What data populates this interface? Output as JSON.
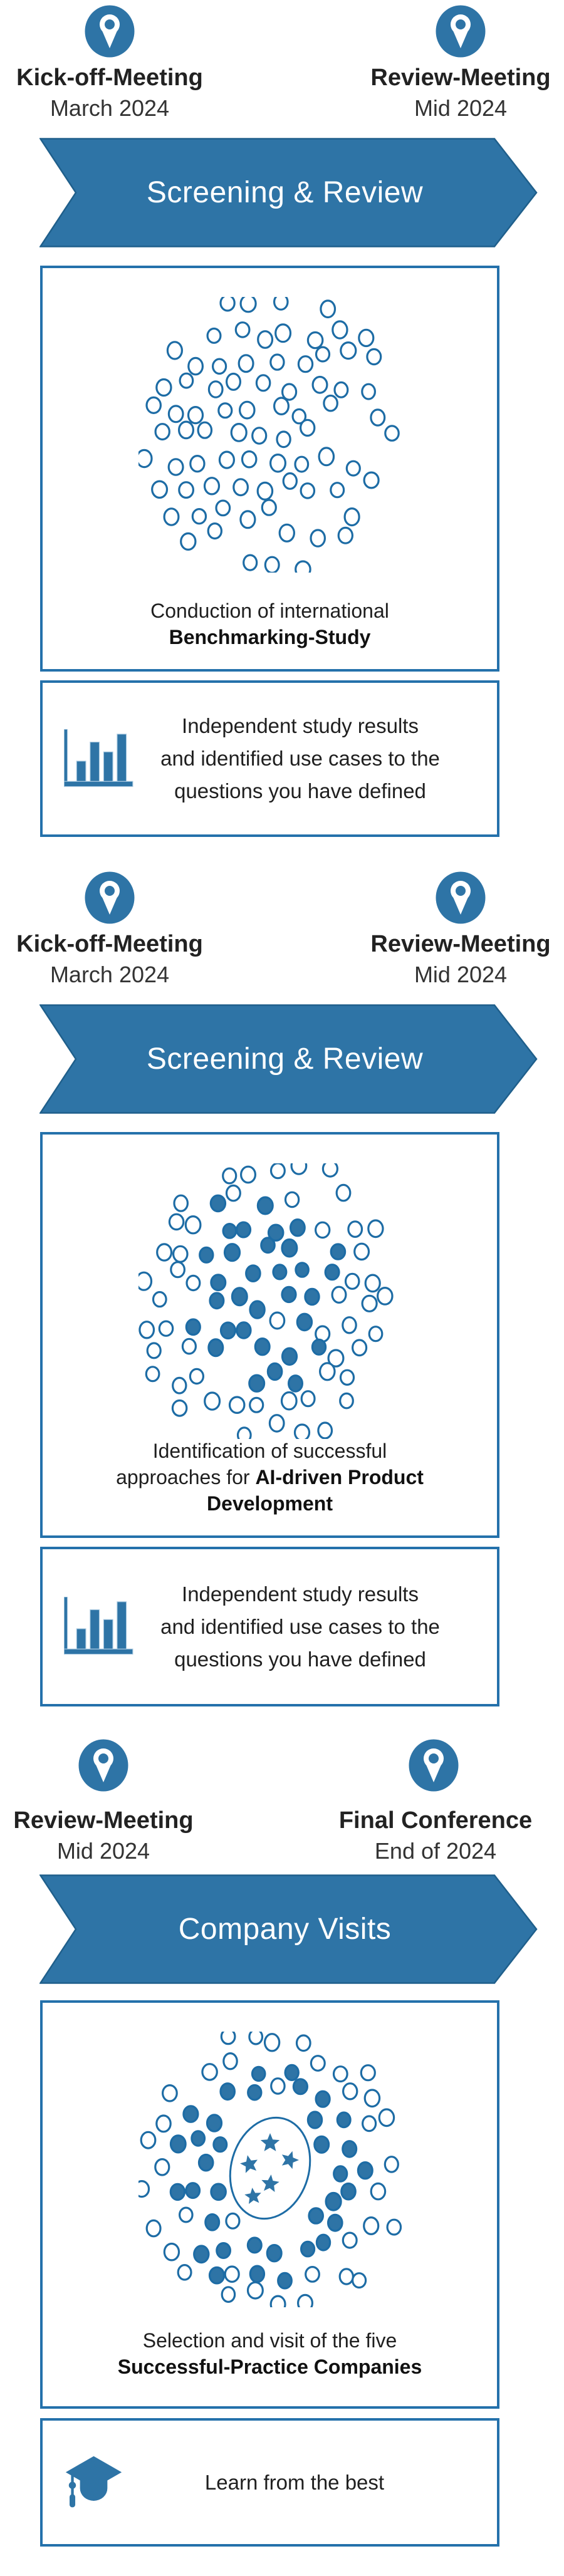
{
  "colors": {
    "accent": "#2e74a6",
    "accent_dark": "#1f5f8b",
    "box_border": "#2471ab",
    "dot_stroke": "#1d6ca5",
    "text": "#1f1f1f"
  },
  "sections": [
    {
      "left_milestone": {
        "title": "Kick-off-Meeting",
        "date": "March 2024"
      },
      "right_milestone": {
        "title": "Review-Meeting",
        "date": "Mid 2024"
      },
      "banner": "Screening & Review",
      "main_box": {
        "caption_runs": [
          [
            {
              "t": "Conduction of international",
              "b": false
            }
          ],
          [
            {
              "t": "Benchmarking-Study",
              "b": true
            }
          ]
        ],
        "dots": {
          "seed": 7,
          "fill_mode": "none",
          "stars": false
        }
      },
      "result_box": {
        "icon": "bar-chart-icon",
        "lines": [
          "Independent study results",
          "and identified use cases to the",
          "questions you have defined"
        ]
      }
    },
    {
      "left_milestone": {
        "title": "Kick-off-Meeting",
        "date": "March 2024"
      },
      "right_milestone": {
        "title": "Review-Meeting",
        "date": "Mid 2024"
      },
      "banner": "Screening & Review",
      "main_box": {
        "caption_runs": [
          [
            {
              "t": "Identification of successful",
              "b": false
            }
          ],
          [
            {
              "t": "approaches for ",
              "b": false
            },
            {
              "t": "AI-driven Product",
              "b": true
            }
          ],
          [
            {
              "t": "Development",
              "b": true
            }
          ]
        ],
        "dots": {
          "seed": 13,
          "fill_mode": "center",
          "stars": false
        }
      },
      "result_box": {
        "icon": "bar-chart-icon",
        "lines": [
          "Independent study results",
          "and identified use cases to the",
          "questions you have defined"
        ]
      }
    },
    {
      "left_milestone": {
        "title": "Review-Meeting",
        "date": "Mid 2024"
      },
      "right_milestone": {
        "title": "Final Conference",
        "date": "End of 2024"
      },
      "banner": "Company Visits",
      "main_box": {
        "caption_runs": [
          [
            {
              "t": "Selection and visit of the five",
              "b": false
            }
          ],
          [
            {
              "t": "Successful-Practice Companies",
              "b": true
            }
          ]
        ],
        "dots": {
          "seed": 21,
          "fill_mode": "ring",
          "stars": true
        }
      },
      "result_box": {
        "icon": "graduation-cap-icon",
        "lines": [
          "Learn from the best"
        ]
      }
    }
  ]
}
